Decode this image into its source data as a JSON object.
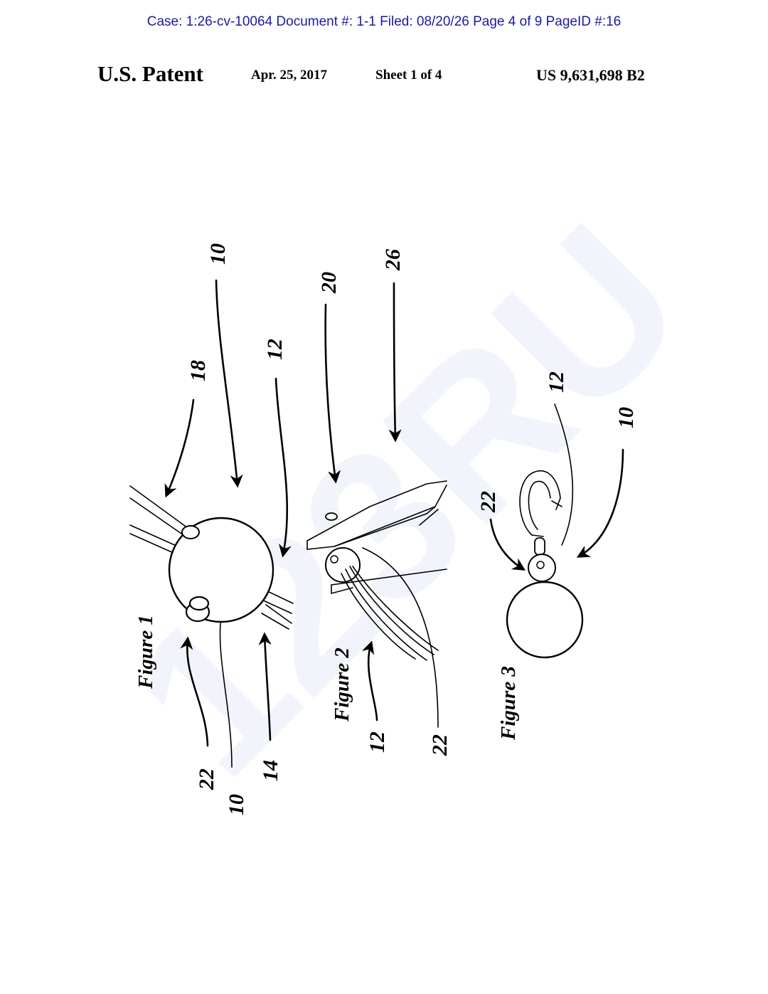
{
  "case_header": "Case: 1:26-cv-10064 Document #: 1-1 Filed: 08/20/26 Page 4 of 9 PageID #:16",
  "patent": {
    "title": "U.S. Patent",
    "date": "Apr. 25, 2017",
    "sheet": "Sheet 1 of 4",
    "number": "US 9,631,698 B2"
  },
  "figures": {
    "fig1": {
      "label": "Figure 1",
      "refs": {
        "top_10": "10",
        "r18": "18",
        "r12": "12",
        "r22": "22",
        "bottom_10": "10",
        "r14": "14"
      }
    },
    "fig2": {
      "label": "Figure 2",
      "refs": {
        "r20": "20",
        "r26": "26",
        "r12": "12",
        "r22": "22"
      }
    },
    "fig3": {
      "label": "Figure 3",
      "refs": {
        "r22": "22",
        "r12": "12",
        "r10": "10"
      }
    }
  },
  "watermark": "123RU",
  "colors": {
    "header_text": "#1a1aa0",
    "watermark": "#e6eef8"
  }
}
